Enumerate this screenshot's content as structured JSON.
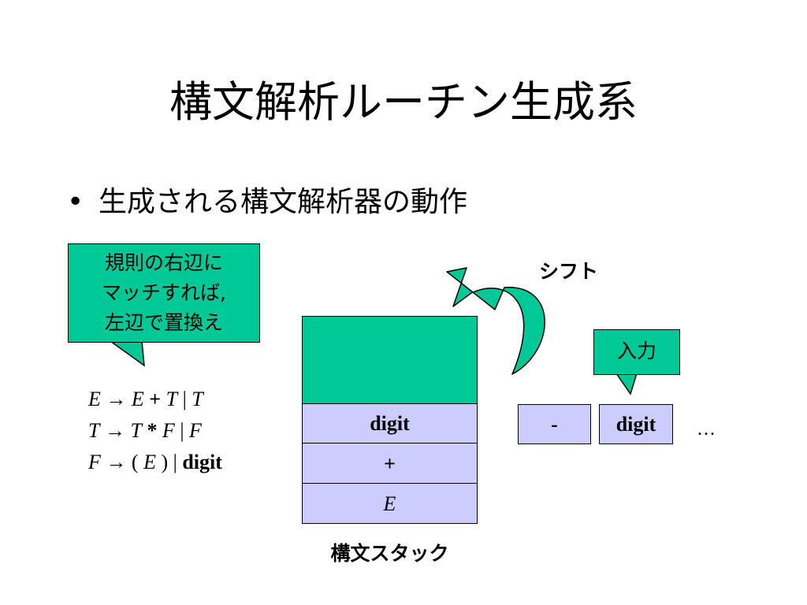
{
  "title": "構文解析ルーチン生成系",
  "bullet": {
    "marker": "•",
    "text": "生成される構文解析器の動作"
  },
  "callout_rule": {
    "lines": [
      "規則の右辺に",
      "マッチすれば,",
      "左辺で置換え"
    ]
  },
  "callout_input": {
    "label": "入力"
  },
  "grammar": {
    "line1": {
      "lhs": "E",
      "arrow": "→",
      "a": "E",
      "op": "+",
      "b": "T",
      "bar": "|",
      "c": "T"
    },
    "line2": {
      "lhs": "T",
      "arrow": "→",
      "a": "T",
      "op": "*",
      "b": "F",
      "bar": "|",
      "c": "F"
    },
    "line3": {
      "lhs": "F",
      "arrow": "→",
      "open": "(",
      "a": "E",
      "close": ")",
      "bar": "|",
      "c": "digit"
    }
  },
  "stack": {
    "cells": [
      "digit",
      "+",
      "E"
    ],
    "label": "構文スタック"
  },
  "shift_label": "シフト",
  "input": {
    "tokens": [
      "-",
      "digit"
    ],
    "ellipsis": "…"
  },
  "colors": {
    "green": "#00c896",
    "lavender": "#ccccff"
  }
}
